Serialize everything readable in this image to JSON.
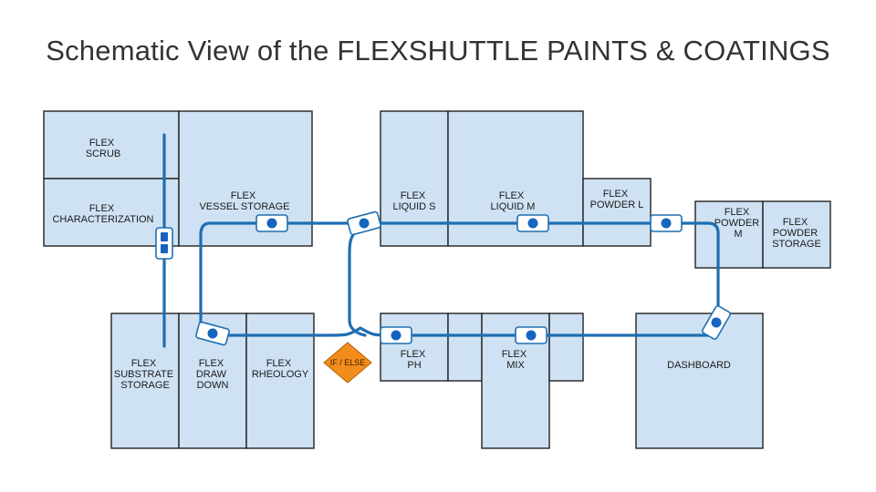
{
  "title": "Schematic View of the FLEXSHUTTLE PAINTS & COATINGS",
  "modules": {
    "scrub": [
      "FLEX",
      "SCRUB"
    ],
    "characterization": [
      "FLEX",
      "CHARACTERIZATION"
    ],
    "vessel_storage": [
      "FLEX",
      "VESSEL STORAGE"
    ],
    "liquid_s": [
      "FLEX",
      "LIQUID S"
    ],
    "liquid_m": [
      "FLEX",
      "LIQUID M"
    ],
    "powder_l": [
      "FLEX",
      "POWDER L"
    ],
    "powder_m": [
      "FLEX",
      "POWDER",
      "M"
    ],
    "powder_storage": [
      "FLEX",
      "POWDER",
      "STORAGE"
    ],
    "substrate_storage": [
      "FLEX",
      "SUBSTRATE",
      "STORAGE"
    ],
    "draw_down": [
      "FLEX",
      "DRAW",
      "DOWN"
    ],
    "rheology": [
      "FLEX",
      "RHEOLOGY"
    ],
    "ph": [
      "FLEX",
      "PH"
    ],
    "mix": [
      "FLEX",
      "MIX"
    ],
    "dashboard": [
      "DASHBOARD"
    ]
  },
  "decision": {
    "label": "IF / ELSE"
  },
  "colors": {
    "module_fill": "#cfe2f3",
    "module_border": "#222222",
    "track": "#1f6fb2",
    "shuttle_dot": "#1565c0",
    "decision_fill": "#f28c1c"
  }
}
